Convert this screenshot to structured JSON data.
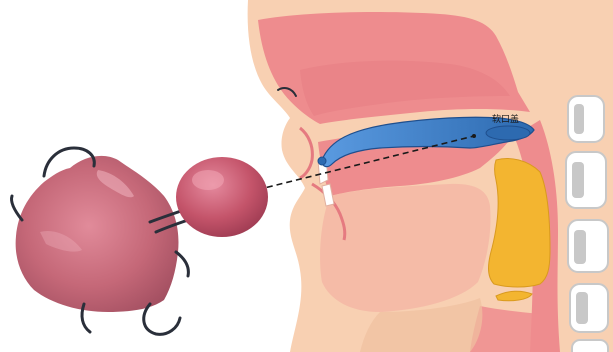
{
  "figure": {
    "label_text": "软口盖",
    "icons": [
      "head-profile-illustration",
      "palatal-lift-appliance-photo",
      "resin-bulb",
      "dashed-pointer-line",
      "soft-palate-outline",
      "pharynx-region",
      "cervical-vertebrae"
    ],
    "colors": {
      "skin": "#f8d0b2",
      "skin_shadow": "#f0c1a0",
      "mucosa_pink": "#ee8c8e",
      "mucosa_dark": "#e57a80",
      "soft_palate_blue": "#3a7fcc",
      "soft_palate_outline": "#1f4f8e",
      "pharynx_orange": "#f3b530",
      "bone_gray": "#c8c8c8",
      "appliance_resin": "#c86a7a",
      "appliance_bulb": "#c4546a",
      "wire": "#2a2f3a",
      "dashed_line": "#1a1a1a"
    }
  }
}
